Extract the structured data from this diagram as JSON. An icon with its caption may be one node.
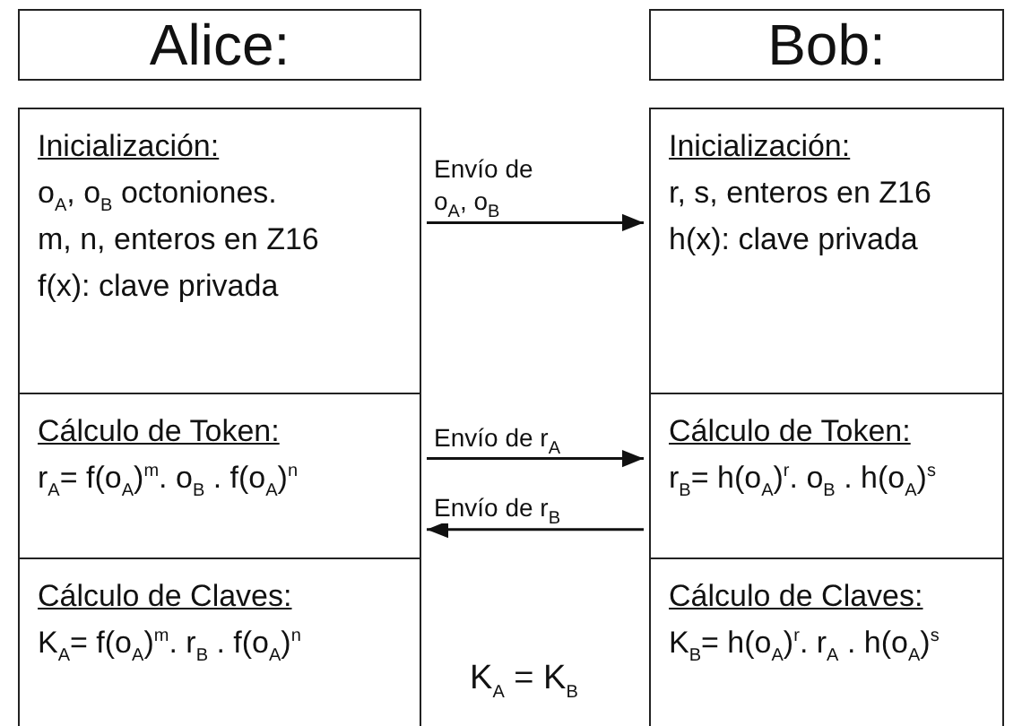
{
  "diagram": {
    "nodes": [
      {
        "text": [
          "Alice:"
        ]
      },
      {
        "text": [
          "Bob:"
        ]
      },
      {
        "text": [],
        "shape": "box"
      },
      {
        "text": [
          "Inicialización:",
          "o$_{A}$, o$_{B}$ octoniones.",
          "m, n, enteros en Z16",
          "f(x): clave privada"
        ],
        "in": 2
      },
      {
        "text": [
          "Cálculo de Token:",
          "r$_{A}$= f(o$_{A}$)$^{m}$. o$_{B}$ . f(o$_{A}$)$^{n}$"
        ],
        "in": 2
      },
      {
        "text": [
          "Cálculo de Claves:",
          "K$_{A}$= f(o$_{A}$)$^{m}$. r$_{B}$ . f(o$_{A}$)$^{n}$"
        ],
        "in": 2
      },
      {
        "text": [],
        "shape": "box"
      },
      {
        "text": [
          "Inicialización:",
          "r, s, enteros en Z16",
          "h(x): clave privada"
        ],
        "in": 6
      },
      {
        "text": [
          "Cálculo de Token:",
          "r$_{B}$= h(o$_{A}$)$^{r}$. o$_{B}$ . h(o$_{A}$)$^{s}$"
        ],
        "in": 6
      },
      {
        "text": [
          "Cálculo de Claves:",
          "K$_{B}$= h(o$_{A}$)$^{r}$. r$_{A}$ . h(o$_{A}$)$^{s}$"
        ],
        "in": 6
      }
    ],
    "edges": [
      {
        "from": 3,
        "to": 7,
        "arrow": "to",
        "label": "Envío de o$_{A}$, o$_{B}$"
      },
      {
        "from": 4,
        "to": 8,
        "arrow": "to",
        "label": "Envío de r$_{A}$"
      },
      {
        "from": 8,
        "to": 4,
        "arrow": "to",
        "label": "Envío de r$_{B}$"
      }
    ],
    "labels": [
      "K$_{A}$ = K$_{B}$"
    ]
  }
}
